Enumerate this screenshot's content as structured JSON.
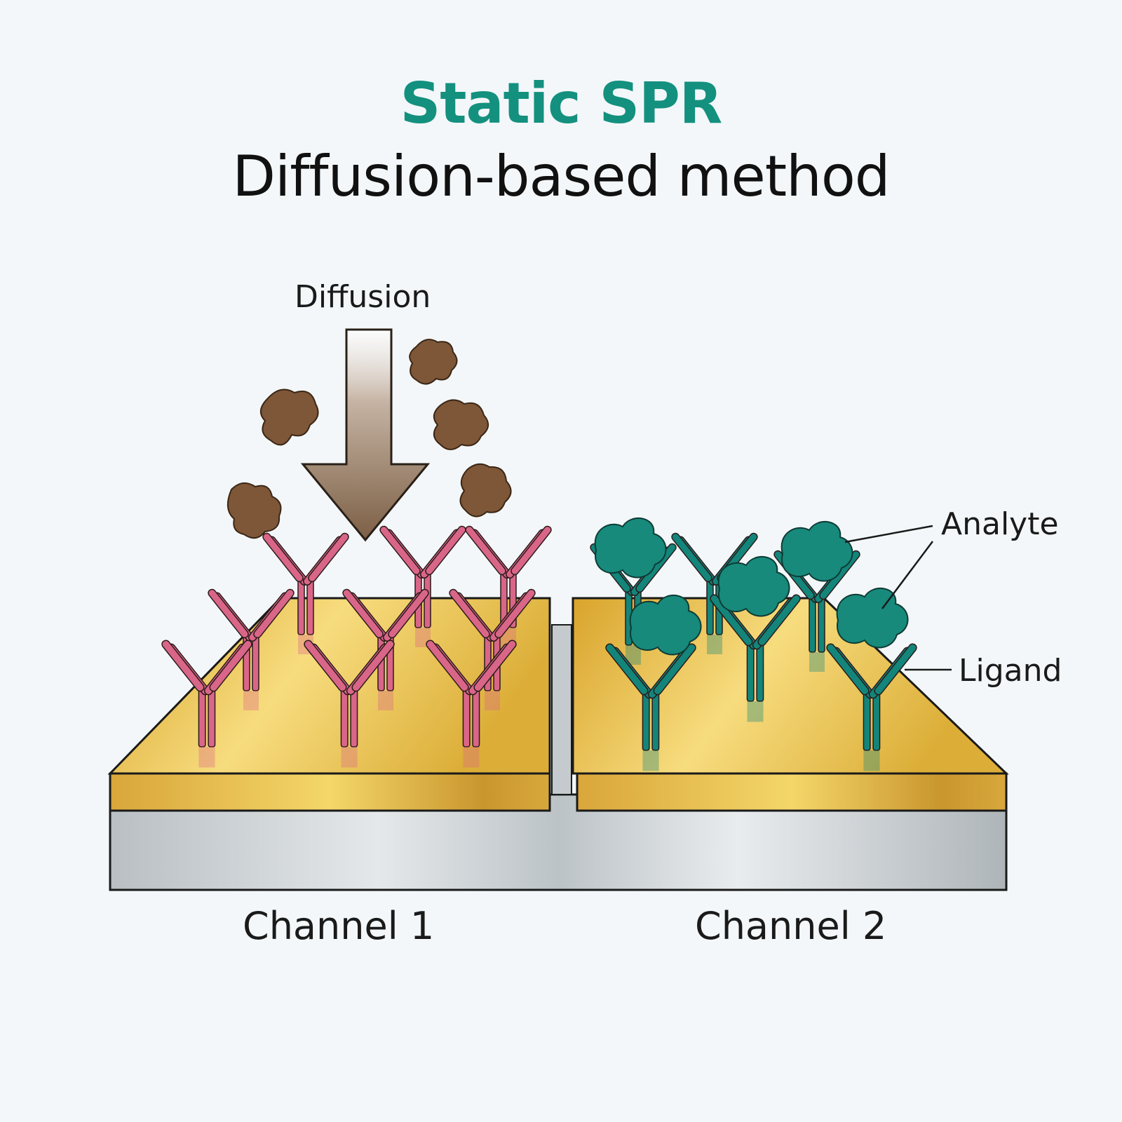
{
  "title": "Static SPR",
  "subtitle": "Diffusion-based method",
  "labels": {
    "diffusion": "Diffusion",
    "analyte": "Analyte",
    "ligand": "Ligand",
    "channel1": "Channel 1",
    "channel2": "Channel 2"
  },
  "colors": {
    "title": "#14907f",
    "ligand_channel1": "#d96688",
    "ligand_channel2": "#13857a",
    "analyte_bound": "#178a7c",
    "analyte_free": "#7e5638",
    "gold": "#e6bb3f",
    "glass": "#c3c9cd",
    "arrow": "#8f7660"
  }
}
